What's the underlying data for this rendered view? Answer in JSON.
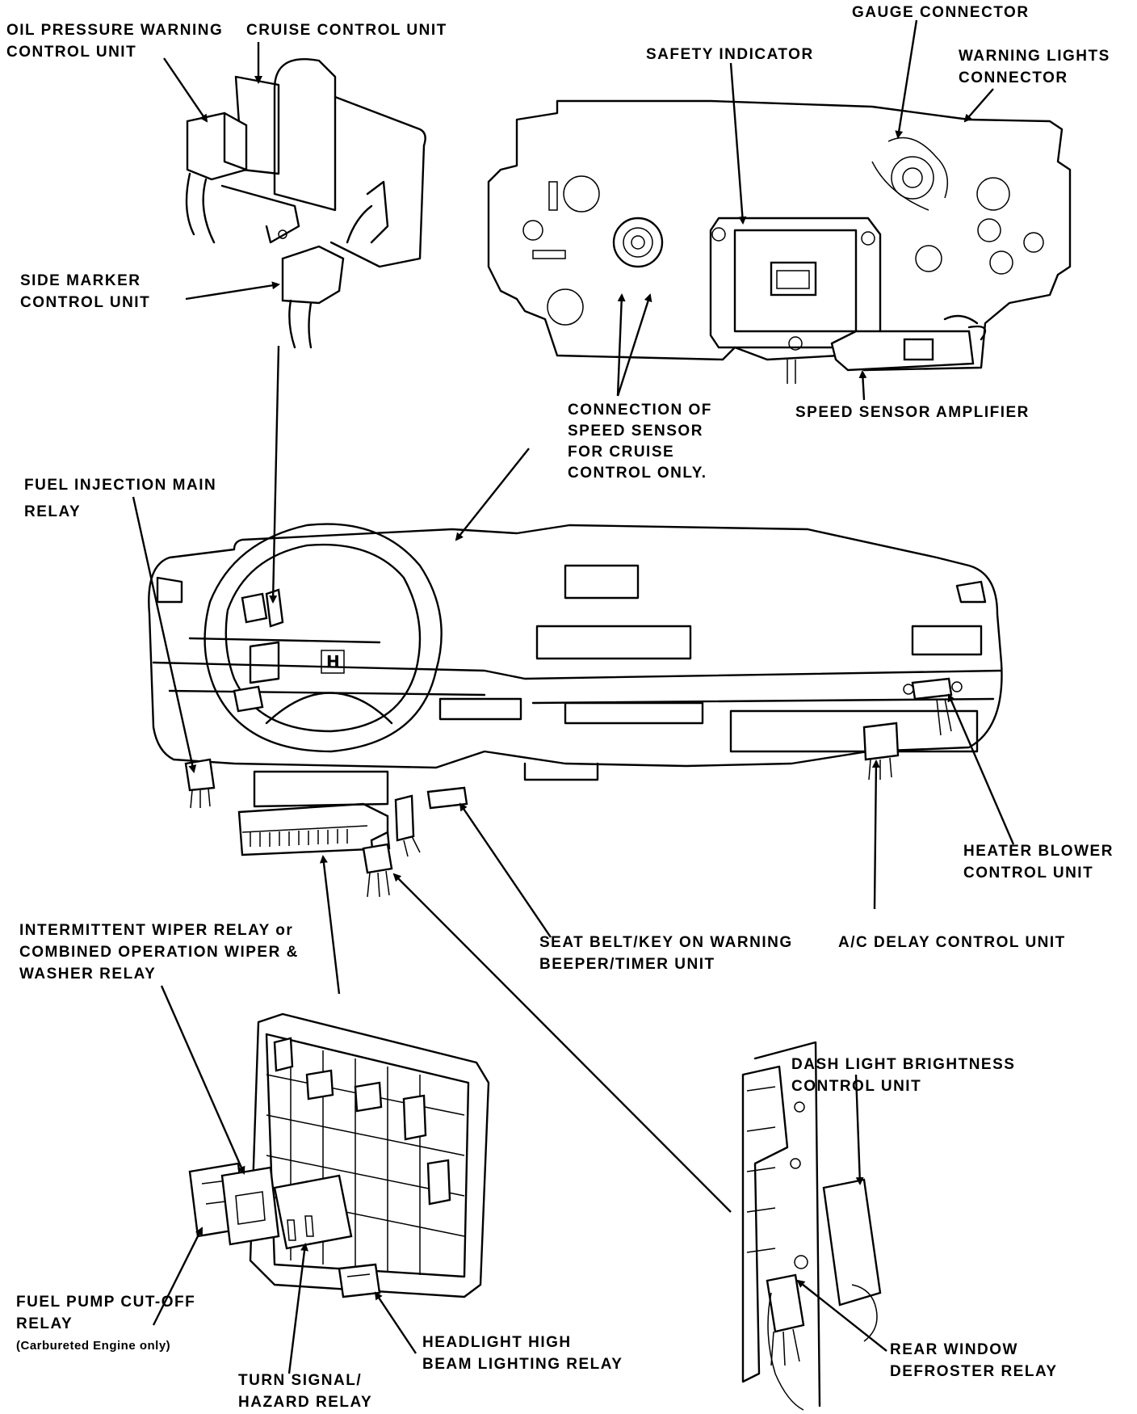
{
  "labels": {
    "oil_pressure": [
      "OIL PRESSURE WARNING",
      "CONTROL UNIT"
    ],
    "cruise_control": [
      "CRUISE CONTROL UNIT"
    ],
    "gauge_connector": [
      "GAUGE CONNECTOR"
    ],
    "safety_indicator": [
      "SAFETY INDICATOR"
    ],
    "warning_lights": [
      "WARNING LIGHTS",
      "CONNECTOR"
    ],
    "side_marker": [
      "SIDE MARKER",
      "CONTROL UNIT"
    ],
    "speed_sensor_connection": [
      "CONNECTION OF",
      "SPEED SENSOR",
      "FOR CRUISE",
      "CONTROL ONLY."
    ],
    "speed_sensor_amplifier": [
      "SPEED SENSOR AMPLIFIER"
    ],
    "fuel_injection_relay": [
      "FUEL INJECTION MAIN",
      "RELAY"
    ],
    "heater_blower": [
      "HEATER BLOWER",
      "CONTROL UNIT"
    ],
    "intermittent_wiper": [
      "INTERMITTENT WIPER RELAY or",
      "COMBINED OPERATION WIPER &",
      "WASHER RELAY"
    ],
    "seat_belt": [
      "SEAT BELT/KEY ON WARNING",
      "BEEPER/TIMER UNIT"
    ],
    "ac_delay": [
      "A/C DELAY CONTROL UNIT"
    ],
    "dash_light": [
      "DASH LIGHT BRIGHTNESS",
      "CONTROL UNIT"
    ],
    "fuel_pump": [
      "FUEL PUMP CUT-OFF",
      "RELAY"
    ],
    "fuel_pump_note": "(Carbureted Engine only)",
    "headlight": [
      "HEADLIGHT HIGH",
      "BEAM LIGHTING RELAY"
    ],
    "turn_signal": [
      "TURN SIGNAL/",
      "HAZARD RELAY"
    ],
    "rear_window": [
      "REAR WINDOW",
      "DEFROSTER RELAY"
    ]
  }
}
